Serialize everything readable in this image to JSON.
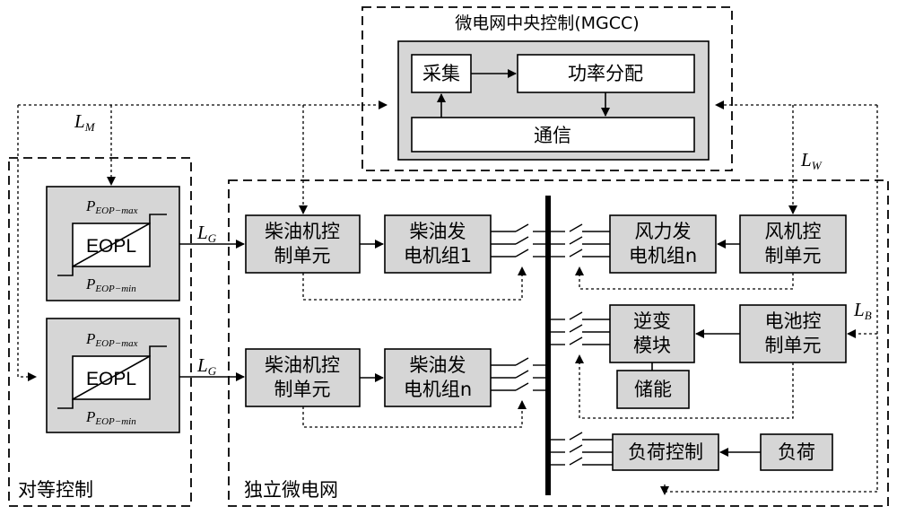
{
  "mgcc": {
    "title": "微电网中央控制(MGCC)",
    "collect": "采集",
    "power": "功率分配",
    "comm": "通信"
  },
  "peer": {
    "label": "对等控制",
    "eopl": "EOPL",
    "p": "P",
    "sub_max": "EOP−max",
    "sub_min": "EOP−min"
  },
  "micro": {
    "label": "独立微电网"
  },
  "lines": {
    "L": "L",
    "M": "M",
    "G": "G",
    "W": "W",
    "B": "B"
  },
  "diesel_ctrl_1": [
    "柴油机控",
    "制单元"
  ],
  "diesel_gen_1": [
    "柴油发",
    "电机组1"
  ],
  "diesel_ctrl_n": [
    "柴油机控",
    "制单元"
  ],
  "diesel_gen_n": [
    "柴油发",
    "电机组n"
  ],
  "wind_gen": [
    "风力发",
    "电机组n"
  ],
  "wind_ctrl": [
    "风机控",
    "制单元"
  ],
  "inverter": [
    "逆变",
    "模块"
  ],
  "battery_ctrl": [
    "电池控",
    "制单元"
  ],
  "storage": "储能",
  "load_ctrl": "负荷控制",
  "load": "负荷"
}
